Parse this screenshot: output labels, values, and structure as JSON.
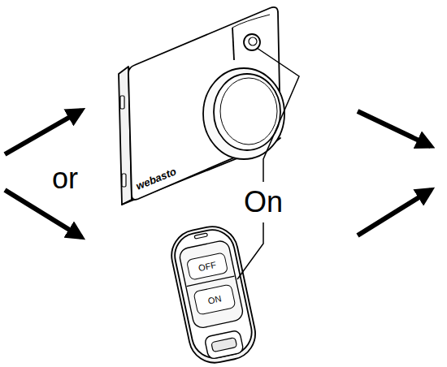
{
  "diagram": {
    "nodes": [
      {
        "text": [
          "OFF"
        ]
      },
      {
        "text": [
          "ON"
        ]
      }
    ],
    "labels": [
      "or",
      "webasto",
      "On"
    ]
  }
}
